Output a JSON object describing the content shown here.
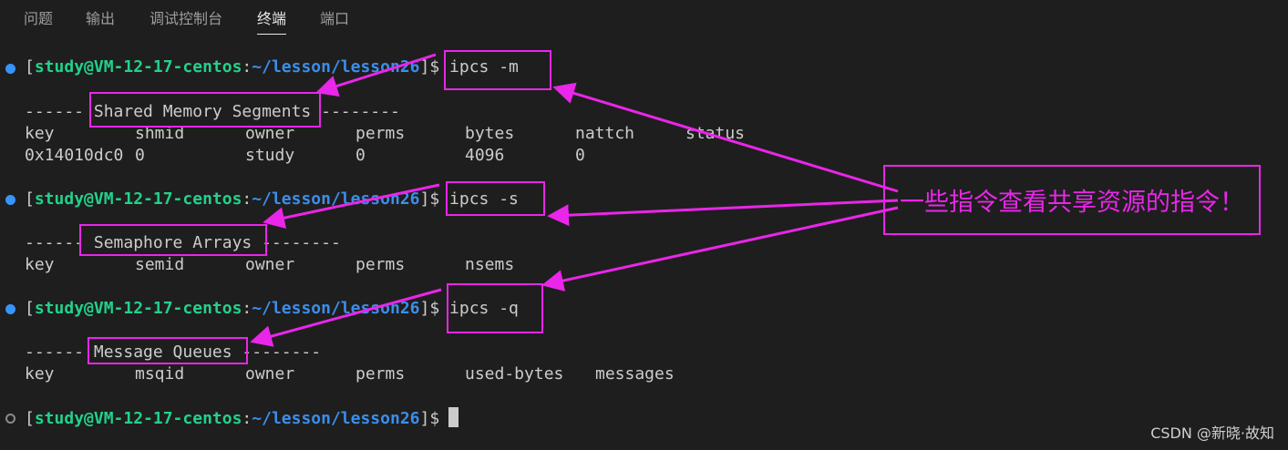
{
  "panel": {
    "tabs": [
      {
        "label": "问题",
        "active": false
      },
      {
        "label": "输出",
        "active": false
      },
      {
        "label": "调试控制台",
        "active": false
      },
      {
        "label": "终端",
        "active": true
      },
      {
        "label": "端口",
        "active": false
      }
    ]
  },
  "terminal": {
    "prompt": {
      "open": "[",
      "user_host": "study@VM-12-17-centos",
      "colon": ":",
      "path": "~/lesson/lesson26",
      "close": "]$"
    },
    "cmd_m": "ipcs -m",
    "shm_header": "------ Shared Memory Segments --------",
    "shm_cols": [
      "key",
      "shmid",
      "owner",
      "perms",
      "bytes",
      "nattch",
      "status"
    ],
    "shm_row": [
      "0x14010dc0",
      "0",
      "study",
      "0",
      "4096",
      "0"
    ],
    "cmd_s": "ipcs -s",
    "sem_header": "------ Semaphore Arrays --------",
    "sem_cols": [
      "key",
      "semid",
      "owner",
      "perms",
      "nsems"
    ],
    "cmd_q": "ipcs -q",
    "msg_header": "------ Message Queues --------",
    "msg_cols": [
      "key",
      "msqid",
      "owner",
      "perms",
      "used-bytes",
      "messages"
    ]
  },
  "annotation": {
    "callout_text": "一些指令查看共享资源的指令！",
    "color": "#e926e9"
  },
  "watermark": "CSDN @新晓·故知",
  "colors": {
    "background": "#1e1e1e",
    "user_host": "#23d18b",
    "path": "#3b8eea",
    "dot_active": "#3794ff",
    "annotation": "#e926e9"
  }
}
